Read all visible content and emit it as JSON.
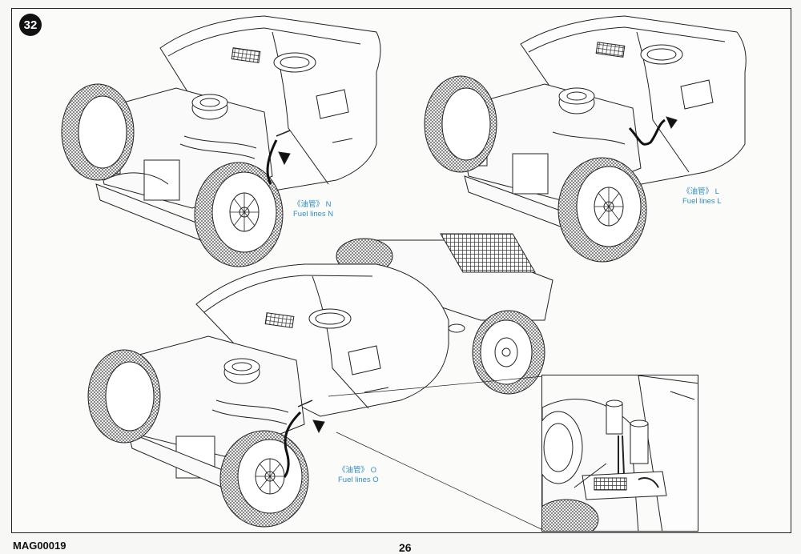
{
  "page": {
    "step_number": "32",
    "footer_code": "MAG00019",
    "page_number": "26"
  },
  "callouts": {
    "n": {
      "cn": "《油管》 N",
      "en": "Fuel lines N"
    },
    "l": {
      "cn": "《油管》 L",
      "en": "Fuel lines L"
    },
    "o": {
      "cn": "《油管》 O",
      "en": "Fuel lines O"
    }
  },
  "colors": {
    "callout_text": "#2f8fc4",
    "line_art": "#222222"
  }
}
